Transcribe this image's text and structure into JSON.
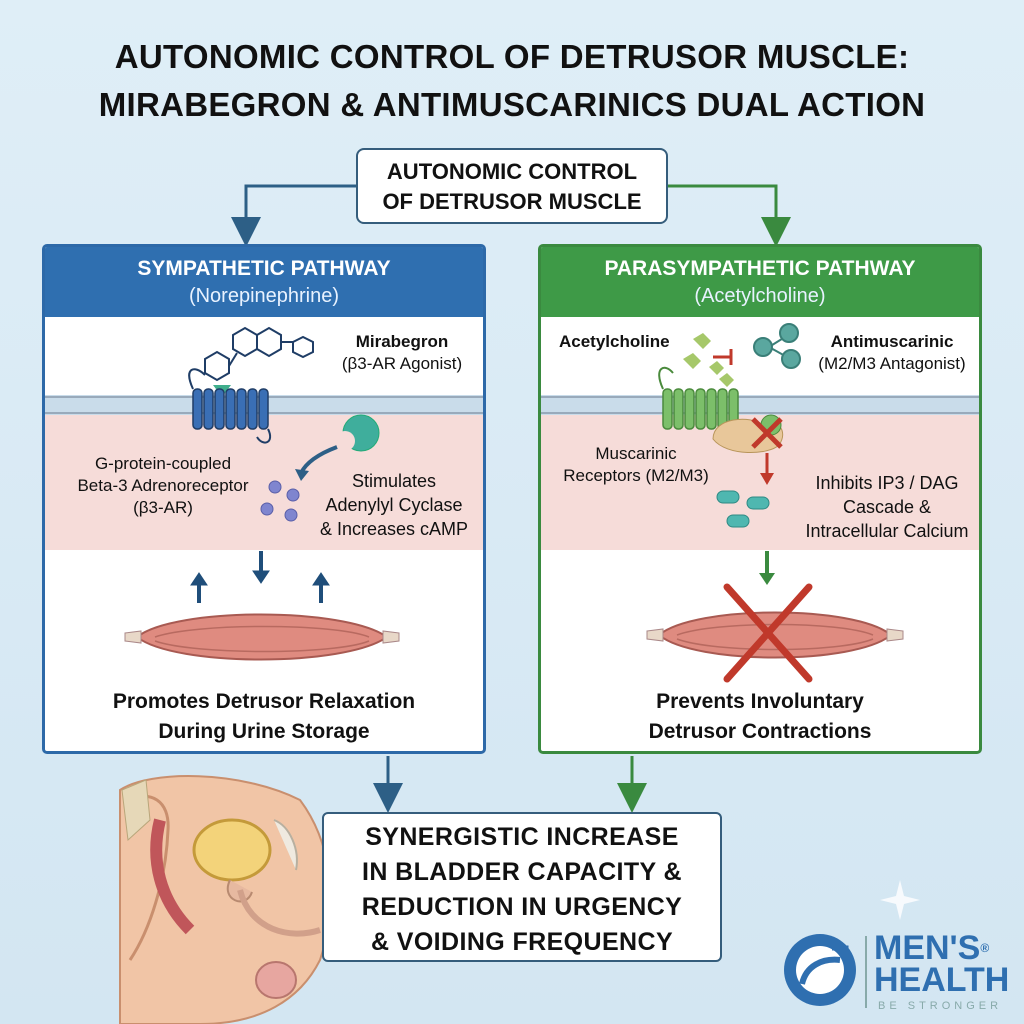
{
  "title": {
    "line1": "AUTONOMIC CONTROL OF DETRUSOR MUSCLE:",
    "line2": "MIRABEGRON & ANTIMUSCARINICS DUAL ACTION"
  },
  "center_box": {
    "line1": "AUTONOMIC CONTROL",
    "line2": "OF DETRUSOR MUSCLE"
  },
  "sympathetic": {
    "title": "SYMPATHETIC PATHWAY",
    "subtitle": "(Norepinephrine)",
    "drug_name": "Mirabegron",
    "drug_role": "(β3-AR Agonist)",
    "receptor_line1": "G-protein-coupled",
    "receptor_line2": "Beta-3 Adrenoreceptor",
    "receptor_line3": "(β3-AR)",
    "effect_line1": "Stimulates",
    "effect_line2": "Adenylyl Cyclase",
    "effect_line3": "& Increases cAMP",
    "outcome_line1": "Promotes Detrusor Relaxation",
    "outcome_line2": "During Urine Storage",
    "color": "#2f6fb0"
  },
  "parasympathetic": {
    "title": "PARASYMPATHETIC PATHWAY",
    "subtitle": "(Acetylcholine)",
    "ligand_name": "Acetylcholine",
    "drug_name": "Antimuscarinic",
    "drug_role": "(M2/M3 Antagonist)",
    "receptor_line1": "Muscarinic",
    "receptor_line2": "Receptors (M2/M3)",
    "effect_line1": "Inhibits IP3 / DAG",
    "effect_line2": "Cascade &",
    "effect_line3": "Intracellular Calcium",
    "outcome_line1": "Prevents Involuntary",
    "outcome_line2": "Detrusor Contractions",
    "color": "#3e9a47"
  },
  "final": {
    "line1": "SYNERGISTIC INCREASE",
    "line2": "IN BLADDER CAPACITY &",
    "line3": "REDUCTION IN URGENCY",
    "line4": "& VOIDING FREQUENCY"
  },
  "logo": {
    "line1": "MEN'S",
    "line2": "HEALTH",
    "tagline": "BE STRONGER",
    "registered": "®"
  }
}
